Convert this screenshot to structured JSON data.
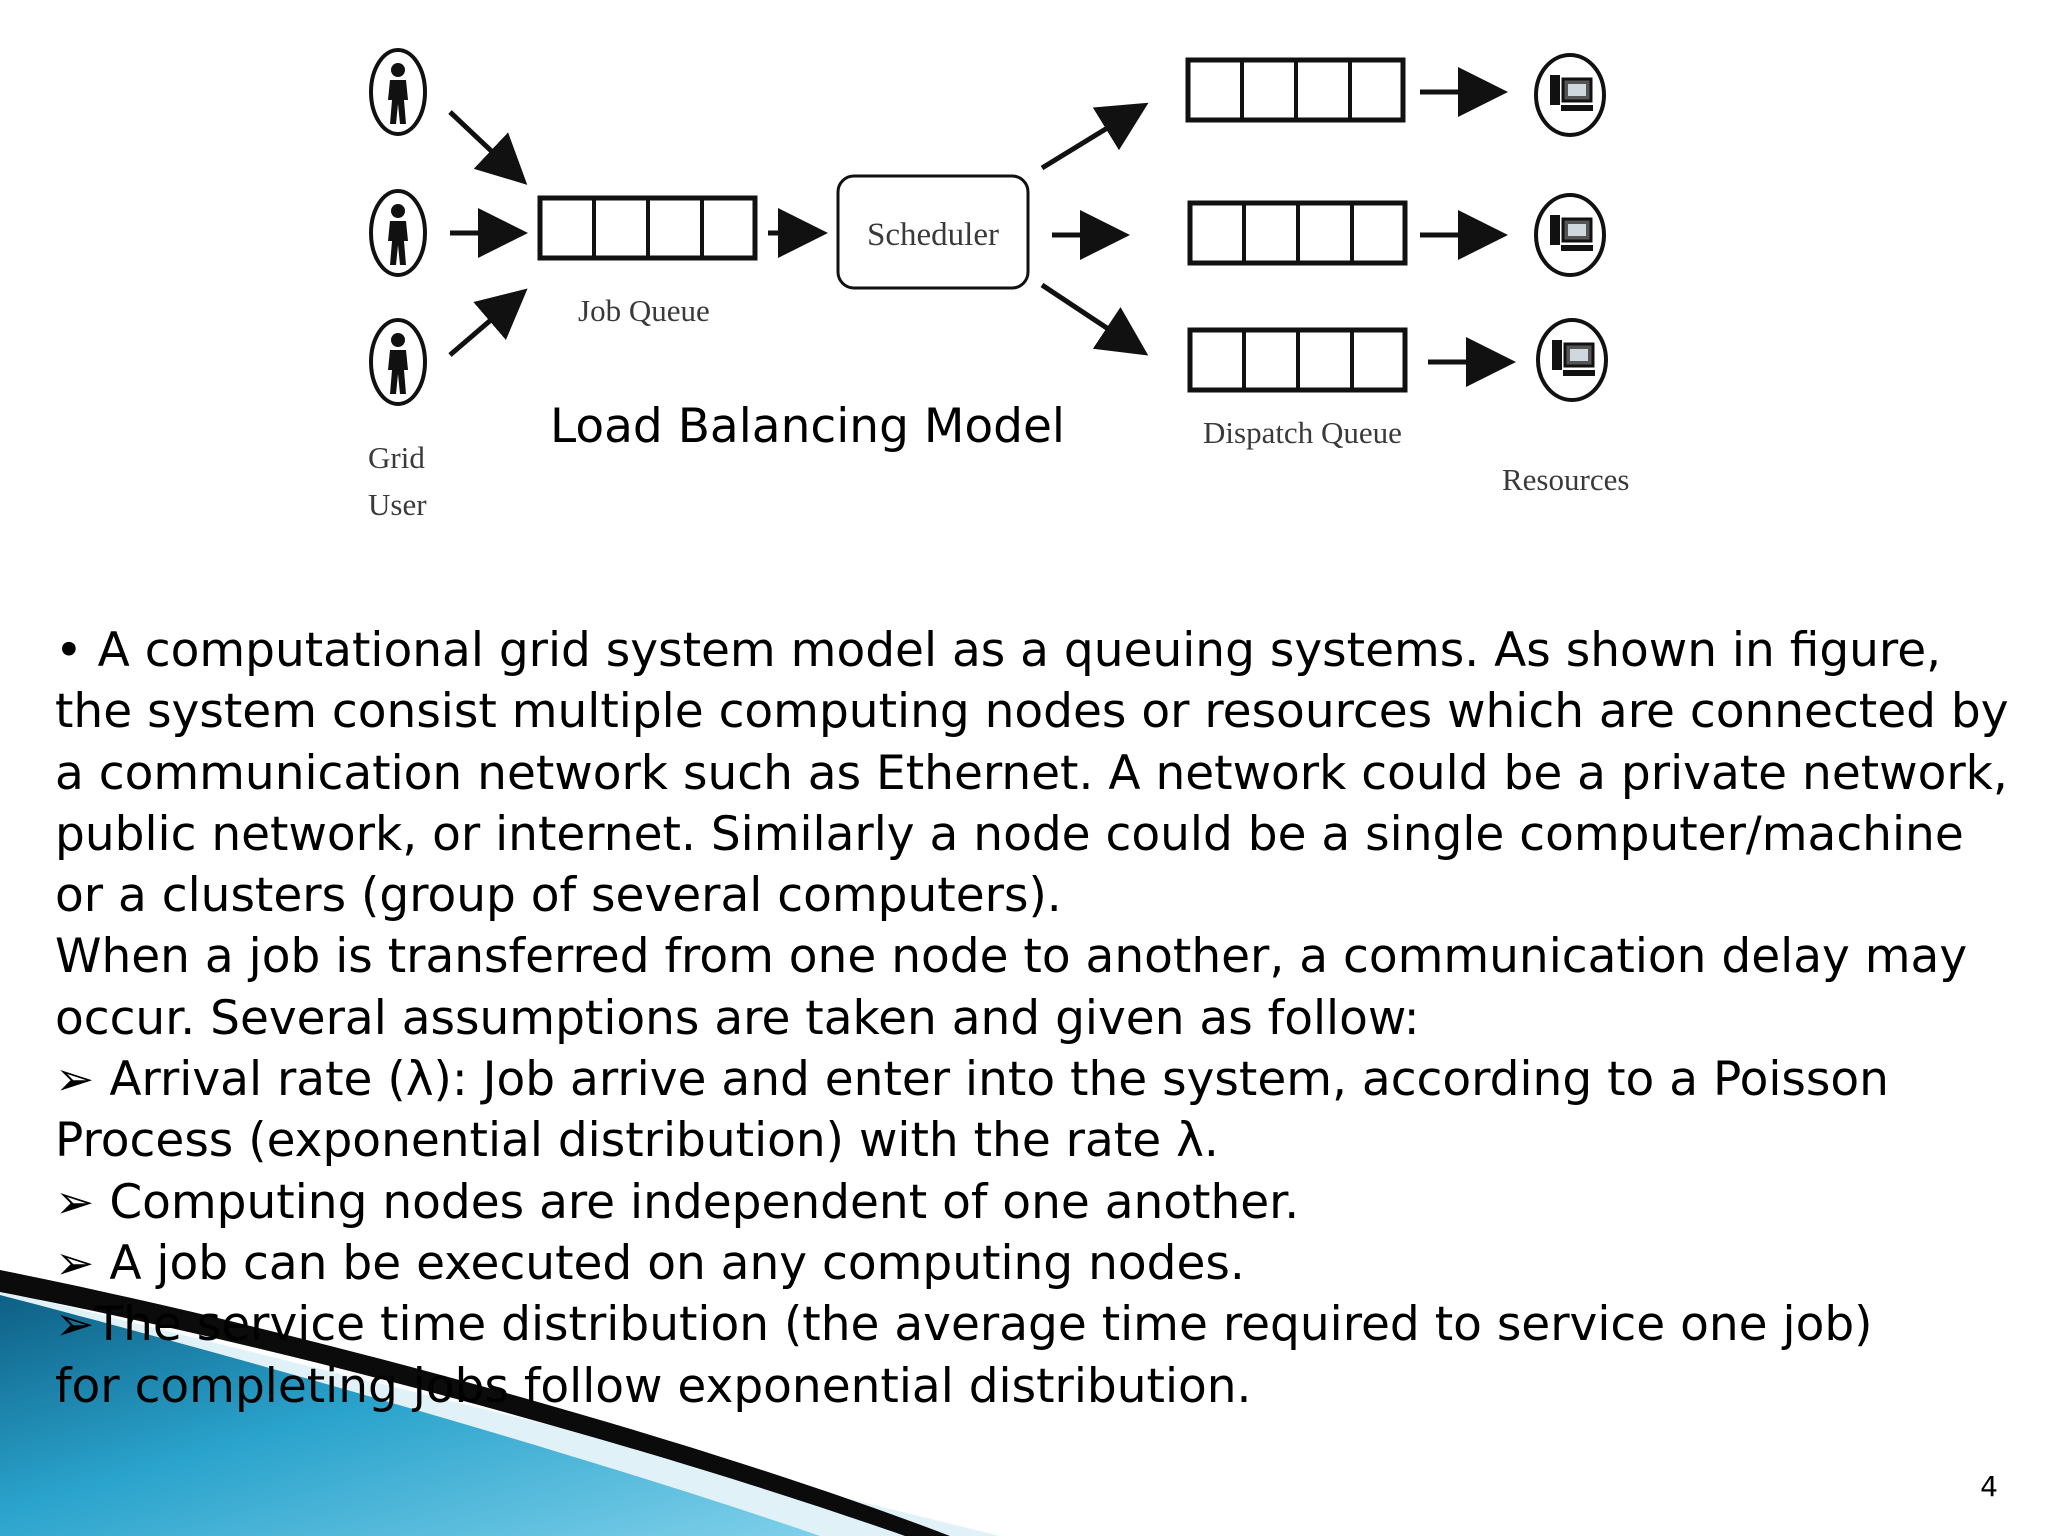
{
  "diagram": {
    "caption": "Load Balancing Model",
    "labels": {
      "grid_user_line1": "Grid",
      "grid_user_line2": "User",
      "job_queue": "Job Queue",
      "scheduler": "Scheduler",
      "dispatch_queue": "Dispatch Queue",
      "resources": "Resources"
    }
  },
  "body": {
    "intro": "• A computational grid system model as a queuing systems. As shown in figure, the system consist multiple computing nodes or resources which are connected by a communication network such as Ethernet. A network could be a private network, public network, or internet. Similarly a node could be a single computer/machine or a clusters (group of several computers).",
    "delay": " When a job is transferred from one node to another, a communication delay may occur. Several assumptions are taken and given as follow:",
    "bullet_marker": "➢",
    "bullets": [
      " Arrival rate (λ): Job arrive and enter into the system, according to a Poisson",
      " Computing nodes are independent of one another.",
      " A job can be executed on any computing nodes.",
      "The service time distribution (the average time required to service one job)"
    ],
    "bullet1_continuation": "Process (exponential distribution) with the rate λ.",
    "bullet4_continuation": "for completing jobs follow exponential distribution."
  },
  "page_number": "4",
  "colors": {
    "text": "#000000",
    "decor_blue": "#2a9fc9",
    "decor_light": "#c6e6f2",
    "decor_dark": "#0b0b0b"
  }
}
